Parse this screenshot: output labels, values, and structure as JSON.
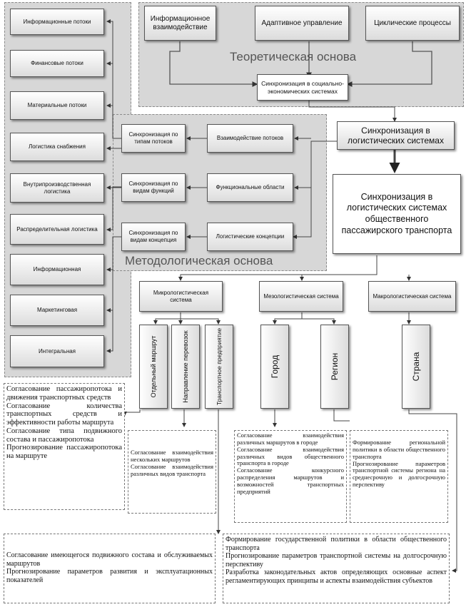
{
  "theory": {
    "title": "Теоретическая основа",
    "top_boxes": [
      "Информационное взаимодействие",
      "Адаптивное управление",
      "Циклические процессы"
    ],
    "sync_box": "Синхронизация в социально-экономических системах"
  },
  "left_flows": [
    "Информационные потоки",
    "Финансовые потоки",
    "Материальные потоки",
    "Логистика снабжения",
    "Внутрипроизводственная логистика",
    "Распределительная логистика",
    "Информационная",
    "Маркетинговая",
    "Интегральная"
  ],
  "method": {
    "title": "Методологическая основа",
    "sync_boxes": [
      "Синхронизация по типам потоков",
      "Синхронизация по видам функций",
      "Синхронизация по видам концепция"
    ],
    "right_boxes": [
      "Взаимодействие потоков",
      "Функциональные области",
      "Логистические концепции"
    ]
  },
  "center": {
    "sync_logistics": "Синхронизация в логистических системах",
    "sync_public": "Синхронизация в логистических системах общественного пассажирского транспорта"
  },
  "levels": {
    "micro": "Микрологистическая система",
    "meso": "Мезологистическая система",
    "macro": "Макрологистическая система",
    "micro_subs": [
      "Отдельный маршрут",
      "Направление перевозок",
      "Транспортное предприятие"
    ],
    "meso_subs": [
      "Город",
      "Регион"
    ],
    "macro_subs": [
      "Страна"
    ]
  },
  "texts": {
    "route": [
      "Согласование пассажиропотока и движения транспортных средств",
      "Согласование количества транспортных средств и эффективности работы маршрута",
      "Согласование типа подвижного состава и пассажиропотока",
      "Прогнозирование пассажиропотока на маршруте"
    ],
    "direction": [
      "Согласование взаимодействия нескольких маршрутов",
      "Согласование взаимодействия различных видов транспорта"
    ],
    "city": [
      "Согласование взаимодействия различных маршрутов в городе",
      "Согласование взаимодействия различных видов общественного транспорта в городе",
      "Согласование конкурсного распределения маршрутов и возможностей транспортных предприятий"
    ],
    "region": [
      "Формирование региональной политики в области общественного транспорта",
      "Прогнозирование параметров транспортной системы региона на среднесрочную и долгосрочную перспективу"
    ],
    "enterprise": [
      "Согласование имеющегося подвижного состава и обслуживаемых маршрутов",
      "Прогнозирование параметров развития и эксплуатационных показателей"
    ],
    "country": [
      "Формирование государственной политики в области общественного транспорта",
      "Прогнозирование параметров транспортной системы на долгосрочную перспективу",
      "Разработка законодательных актов определяющих основные аспект регламентирующих принципы и аспекты взаимодействия субъектов"
    ]
  }
}
